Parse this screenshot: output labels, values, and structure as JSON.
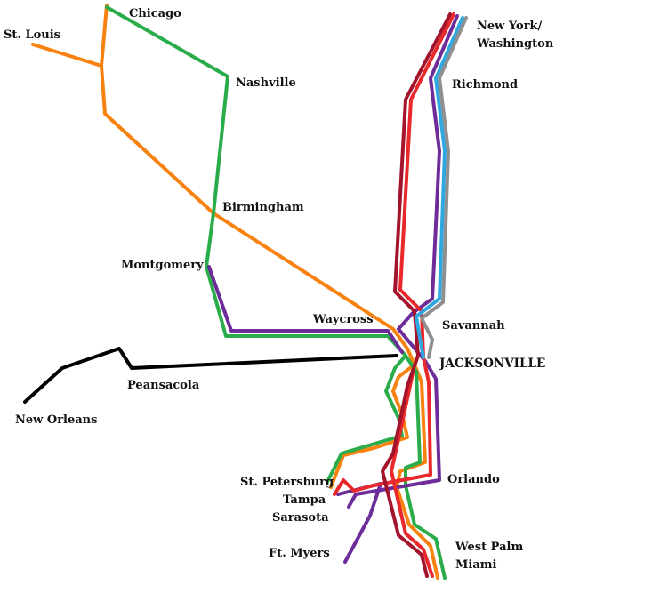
{
  "colors": {
    "orange": "#f7820f",
    "green": "#2aac4a",
    "purple": "#6d2c99",
    "red": "#e8282b",
    "darkred": "#a3132c",
    "blue": "#2fa7e0",
    "gray": "#8f8f8f",
    "black": "#000000"
  },
  "labels": {
    "chicago": "Chicago",
    "st_louis": "St. Louis",
    "nashville": "Nashville",
    "birmingham": "Birmingham",
    "montgomery": "Montgomery",
    "new_york_1": "New York/",
    "new_york_2": "Washington",
    "richmond": "Richmond",
    "savannah": "Savannah",
    "waycross": "Waycross",
    "jacksonville": "JACKSONVILLE",
    "peansacola": "Peansacola",
    "new_orleans": "New Orleans",
    "st_petersburg": "St. Petersburg",
    "tampa": "Tampa",
    "sarasota": "Sarasota",
    "orlando": "Orlando",
    "ft_myers": "Ft. Myers",
    "west_palm": "West Palm",
    "miami": "Miami"
  }
}
